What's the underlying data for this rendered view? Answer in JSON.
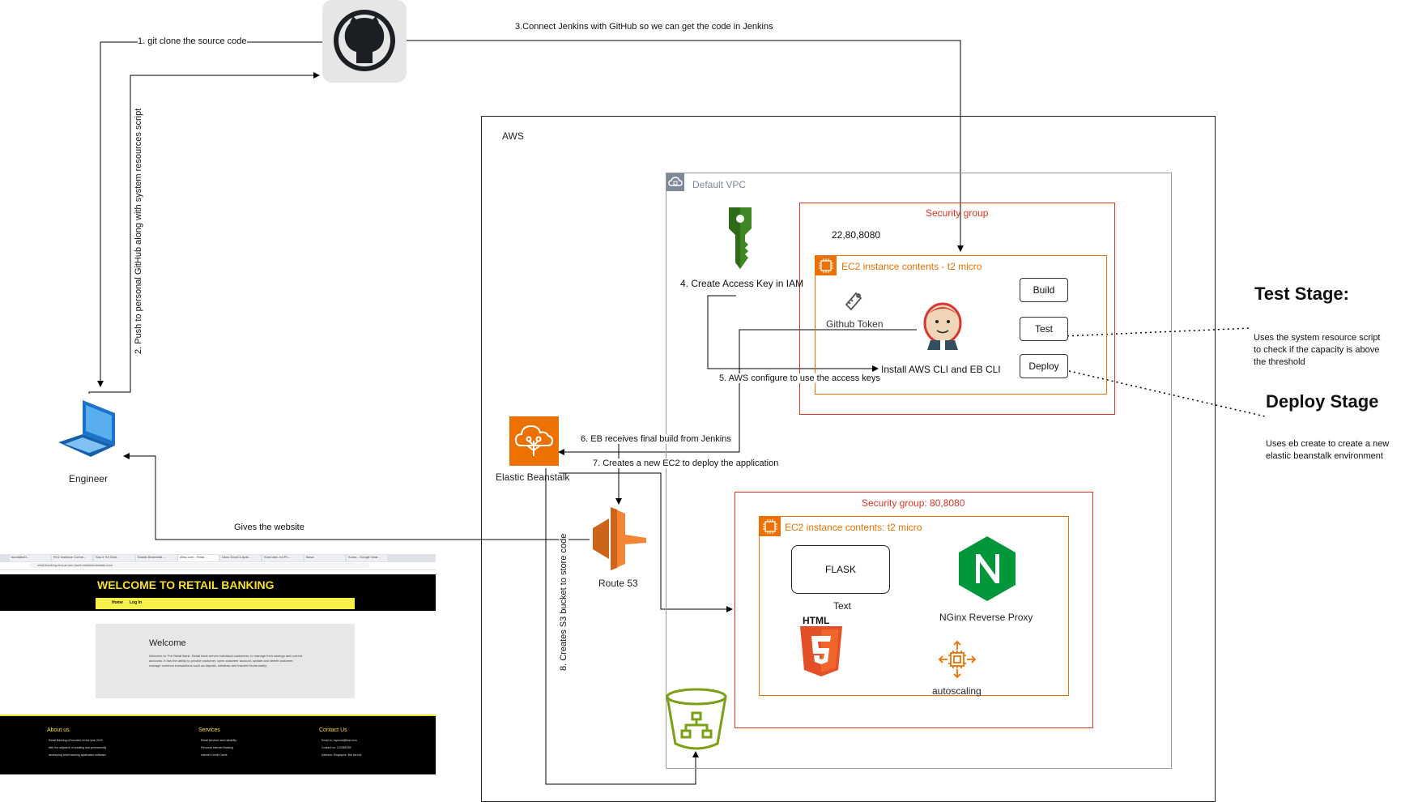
{
  "labels": {
    "aws": "AWS",
    "default_vpc": "Default VPC",
    "security_group_1": "Security group",
    "ports_1": "22,80,8080",
    "ec2_1": "EC2 instance contents - t2 micro",
    "security_group_2": "Security group: 80,8080",
    "ec2_2": "EC2 instance contents: t2 micro",
    "engineer": "Engineer",
    "elastic_beanstalk": "Elastic Beanstalk",
    "route53": "Route 53",
    "github_token": "Github Token",
    "install_cli": "Install AWS CLI and EB CLI",
    "create_key": "4. Create Access Key in IAM",
    "flask": "FLASK",
    "text": "Text",
    "html": "HTML",
    "nginx": "NGinx Reverse Proxy",
    "autoscaling": "autoscaling"
  },
  "stages": {
    "build": "Build",
    "test": "Test",
    "deploy": "Deploy"
  },
  "steps": {
    "s1": "1. git clone the source code",
    "s2": "2. Push to personal GitHub along with system resources script",
    "s3": "3.Connect Jenkins with GitHub so we can get the code in Jenkins",
    "s5": "5. AWS configure to use the access keys",
    "s6": "6. EB receives final build from Jenkins",
    "s7": "7. Creates a new EC2 to deploy the application",
    "s8": "8. Creates S3 bucket to store code",
    "gives": "Gives the website"
  },
  "notes": {
    "test_title": "Test Stage:",
    "test_desc": [
      "Uses the system resource script",
      "to check if the capacity is above",
      "the threshold"
    ],
    "deploy_title": "Deploy Stage",
    "deploy_desc": [
      "Uses eb create to create a new",
      "elastic beanstalk environment"
    ]
  },
  "screenshot": {
    "tabs": [
      "kuralabs/D...",
      "EC2 Instance Conne...",
      "Sou tr S3 Glob...",
      "Elastic Beanstalk ...",
      "Zlfac.com - Retai...",
      "Ukos Good & Aplic...",
      "Kura labs..nd Ph...",
      "Ikasa",
      "Kuras - Google Sear..."
    ],
    "url": "retail-banking.eba-arvarn-hueit-elasticbeanstalk.com",
    "site_title": "WELCOME TO RETAIL BANKING",
    "nav": [
      "Home",
      "Log In"
    ],
    "card_title": "Welcome",
    "card_text": "Welcome to The Retail Bank. Retail bank serves individual customers, to manage their savings and current accounts. It has the ability to provide customer, open customer account, update and delete customer, manage common transactions such as deposit, withdraw and transfer funds easily.",
    "footer": [
      {
        "title": "About us",
        "lines": [
          "Retail Banking is founded on the year 2022",
          "with the objective of creating and permanently",
          "developing retail banking application software."
        ]
      },
      {
        "title": "Services",
        "lines": [
          "Retail services and reliability",
          "Personal internet Banking",
          "Internet Credit Cards"
        ]
      },
      {
        "title": "Contact Us",
        "lines": [
          "Email to: myemail@bar.com",
          "Contact no: 123456789",
          "Address: Singapore, Bla bla bla"
        ]
      }
    ]
  },
  "colors": {
    "aws_orange": "#ed7100",
    "security_red": "#dd3522",
    "jenkins_red": "#d33833",
    "iam_green": "#3f8624",
    "s3_green": "#7aa116",
    "route53_orange": "#f58534",
    "nginx_green": "#009639",
    "html_orange": "#e34f26"
  }
}
